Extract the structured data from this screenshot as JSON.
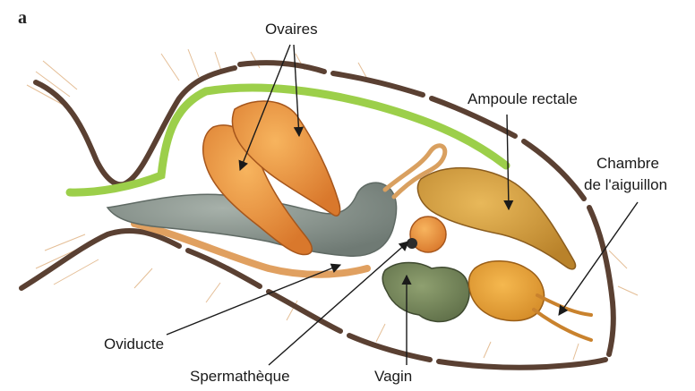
{
  "figure": {
    "panel_letter": "a",
    "labels": {
      "ovaires": "Ovaires",
      "ampoule_rectale": "Ampoule rectale",
      "chambre_line1": "Chambre",
      "chambre_line2": "de l'aiguillon",
      "oviducte": "Oviducte",
      "spermatheque": "Spermathèque",
      "vagin": "Vagin"
    },
    "colors": {
      "ovary_orange": "#e8923f",
      "tube_gray": "#8f9a93",
      "gut_green": "#9ccf4a",
      "rectal_ampulla": "#d9a03a",
      "sting_chamber": "#e7a13c",
      "shell_brown": "#5a4032",
      "hair": "#d9a36a"
    }
  }
}
